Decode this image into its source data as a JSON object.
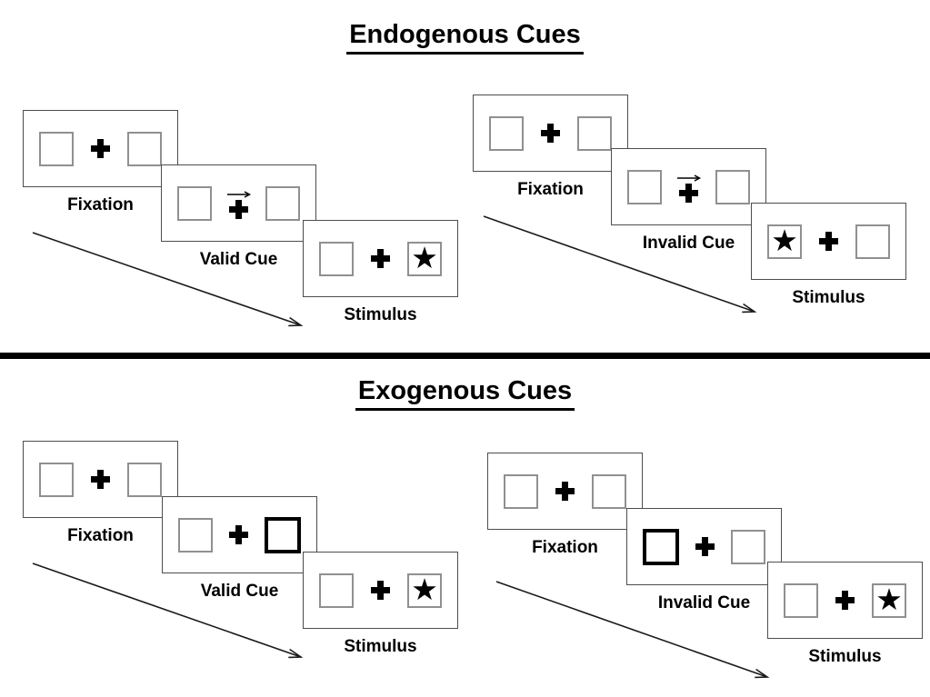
{
  "sections": [
    {
      "title": "Endogenous Cues",
      "groups": [
        {
          "name": "valid",
          "cue_type": "central-arrow",
          "cue_direction": "right",
          "target_side": "right",
          "steps": [
            {
              "label": "Fixation"
            },
            {
              "label": "Valid Cue"
            },
            {
              "label": "Stimulus"
            }
          ]
        },
        {
          "name": "invalid",
          "cue_type": "central-arrow",
          "cue_direction": "right",
          "target_side": "left",
          "steps": [
            {
              "label": "Fixation"
            },
            {
              "label": "Invalid Cue"
            },
            {
              "label": "Stimulus"
            }
          ]
        }
      ]
    },
    {
      "title": "Exogenous Cues",
      "groups": [
        {
          "name": "valid",
          "cue_type": "box-highlight",
          "cue_side": "right",
          "target_side": "right",
          "steps": [
            {
              "label": "Fixation"
            },
            {
              "label": "Valid Cue"
            },
            {
              "label": "Stimulus"
            }
          ]
        },
        {
          "name": "invalid",
          "cue_type": "box-highlight",
          "cue_side": "left",
          "target_side": "right",
          "steps": [
            {
              "label": "Fixation"
            },
            {
              "label": "Invalid Cue"
            },
            {
              "label": "Stimulus"
            }
          ]
        }
      ]
    }
  ],
  "symbols": {
    "star": "★"
  },
  "colors": {
    "ink": "#000000",
    "box_gray": "#909090",
    "panel_border": "#4d4d4d",
    "background": "#ffffff"
  }
}
